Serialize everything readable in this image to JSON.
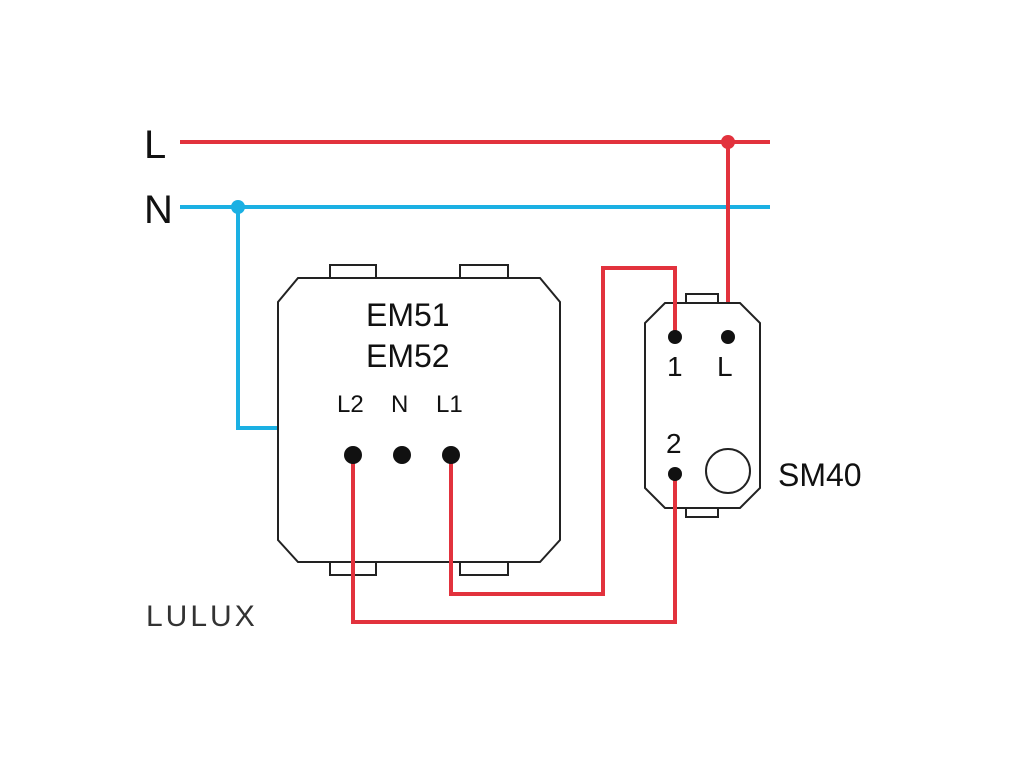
{
  "colors": {
    "live": "#e2323d",
    "neutral": "#1bb0e3",
    "outline": "#222222",
    "terminal": "#111111"
  },
  "bus": {
    "line_label": "L",
    "neutral_label": "N"
  },
  "module": {
    "model_line1": "EM51",
    "model_line2": "EM52",
    "terminals": [
      "L2",
      "N",
      "L1"
    ]
  },
  "switch": {
    "name": "SM40",
    "terminal_1": "1",
    "terminal_L": "L",
    "terminal_2": "2"
  },
  "brand": "LULUX"
}
